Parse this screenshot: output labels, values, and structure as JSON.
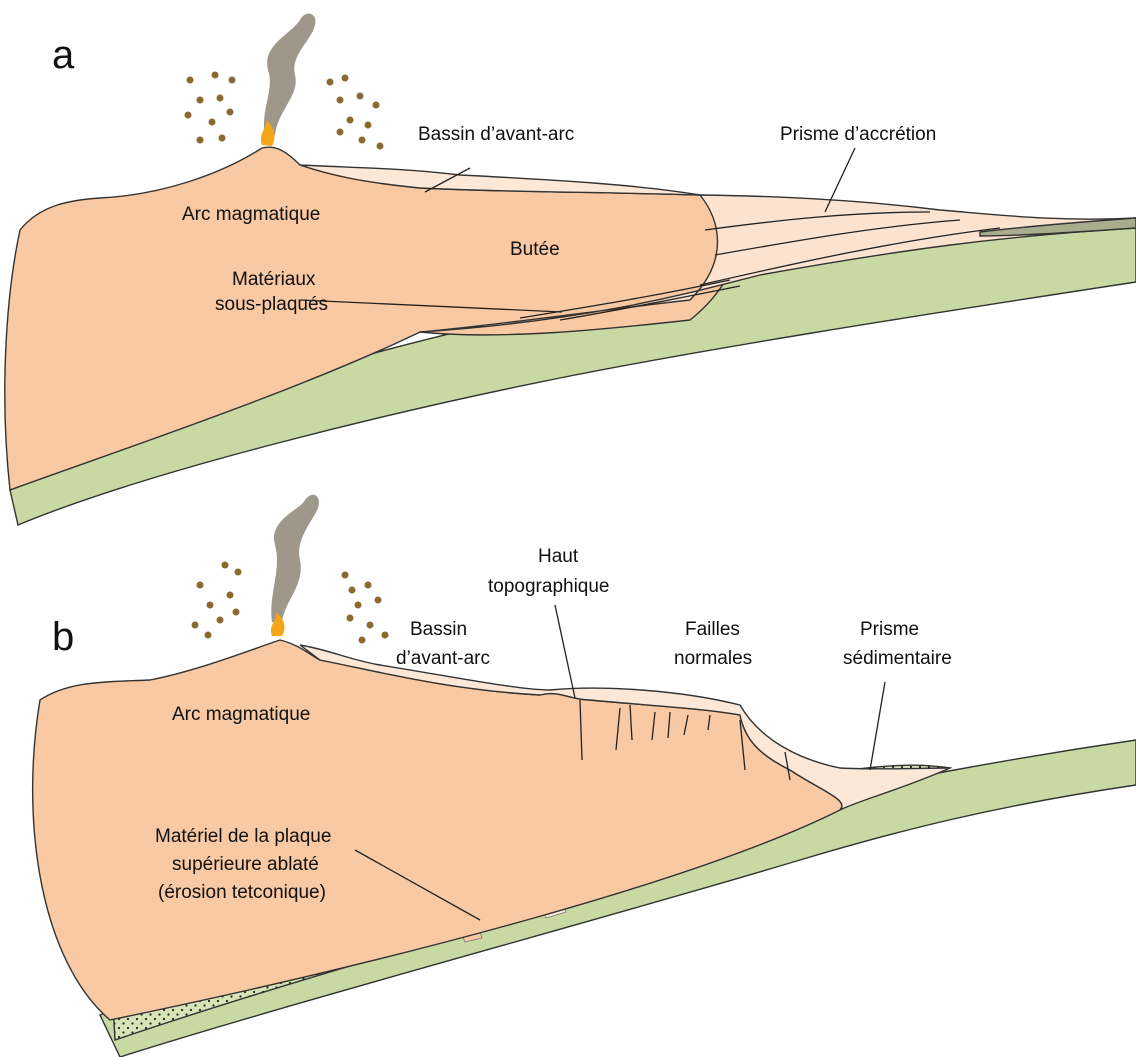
{
  "panels": [
    {
      "letter": "a",
      "labels": {
        "forearc_basin": "Bassin d’avant-arc",
        "accretion_prism": "Prisme d’accrétion",
        "magmatic_arc": "Arc magmatique",
        "backstop": "Butée",
        "underplated_1": "Matériaux",
        "underplated_2": "sous-plaqués"
      }
    },
    {
      "letter": "b",
      "labels": {
        "topo_high_1": "Haut",
        "topo_high_2": "topographique",
        "forearc_basin_1": "Bassin",
        "forearc_basin_2": "d’avant-arc",
        "normal_faults_1": "Failles",
        "normal_faults_2": "normales",
        "sed_prism_1": "Prisme",
        "sed_prism_2": "sédimentaire",
        "magmatic_arc": "Arc magmatique",
        "ablated_1": "Matériel de la plaque",
        "ablated_2": "supérieure ablaté",
        "ablated_3": "(érosion tetconique)"
      }
    }
  ],
  "colors": {
    "upper_plate": "#f8c9a2",
    "basin": "#fde8d8",
    "prism": "#fbe3d0",
    "oceanic_plate": "#c9d9a4",
    "trench_sediment": "#a7ad8d",
    "eroded_matrix": "#d7e4b6",
    "ash": "#8b6a2f",
    "smoke": "#8e8676",
    "flame": "#f2a618"
  }
}
